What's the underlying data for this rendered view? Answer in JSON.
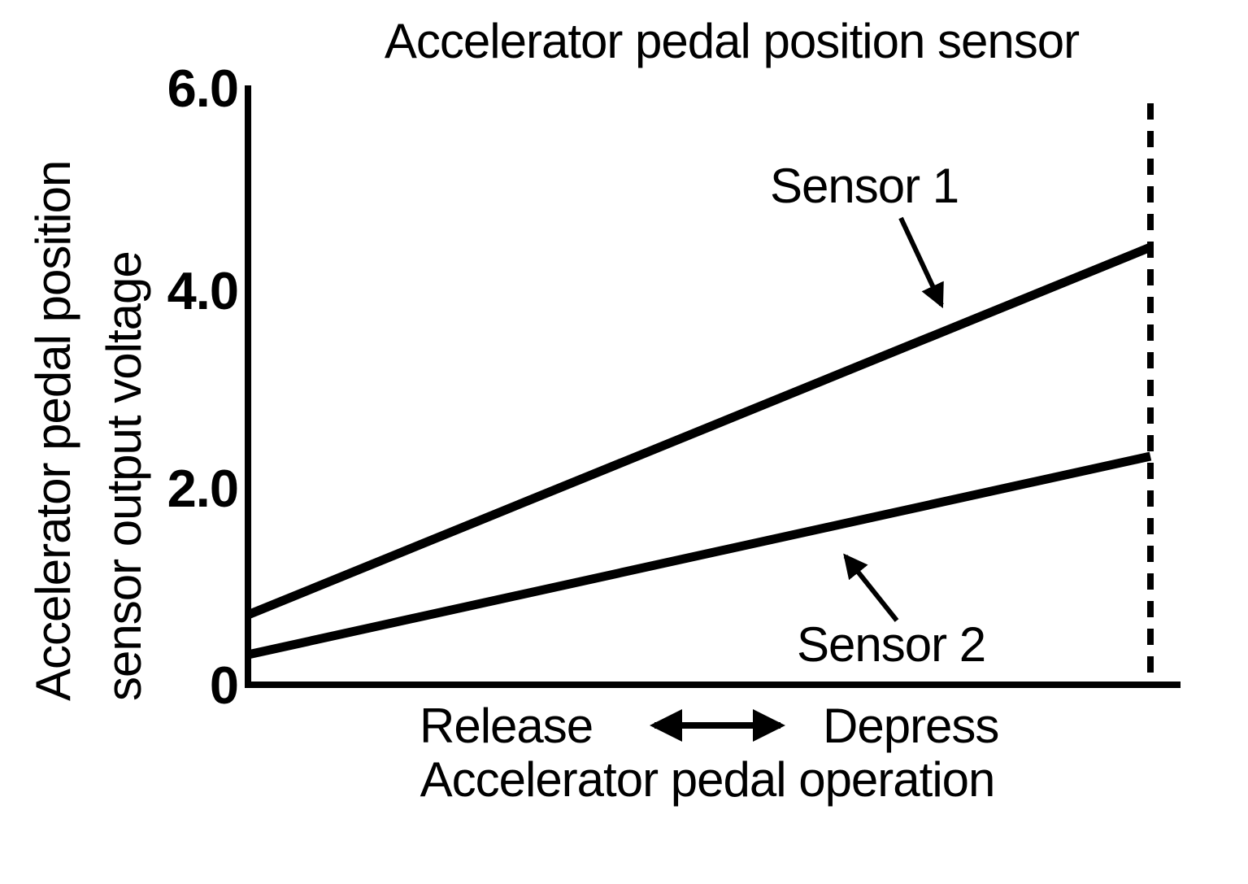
{
  "page": {
    "background_color": "#ffffff",
    "ink_color": "#000000"
  },
  "chart_data": {
    "type": "line",
    "title": "Accelerator pedal position sensor",
    "ylabel": "Accelerator pedal position sensor output voltage",
    "ylabel_display_lines": [
      "Accelerator pedal position",
      "sensor output voltage"
    ],
    "xlabel": "Accelerator pedal operation",
    "x_direction_labels": {
      "left": "Release",
      "right": "Depress"
    },
    "x_endpoints": [
      "Release",
      "Depress"
    ],
    "ylim": [
      0,
      6.0
    ],
    "yticks": [
      {
        "value": 6.0,
        "label": "6.0"
      },
      {
        "value": 4.0,
        "label": "4.0"
      },
      {
        "value": 2.0,
        "label": "2.0"
      },
      {
        "value": 0,
        "label": "0"
      }
    ],
    "series": [
      {
        "name": "Sensor 1",
        "values": [
          0.7,
          4.4
        ]
      },
      {
        "name": "Sensor 2",
        "values": [
          0.3,
          2.3
        ]
      }
    ],
    "grid": false,
    "legend_position": "inline-annotations-with-arrows",
    "dashed_vertical_line_at_max_depress": true,
    "line_color": "#000000",
    "background_color": "#ffffff"
  }
}
